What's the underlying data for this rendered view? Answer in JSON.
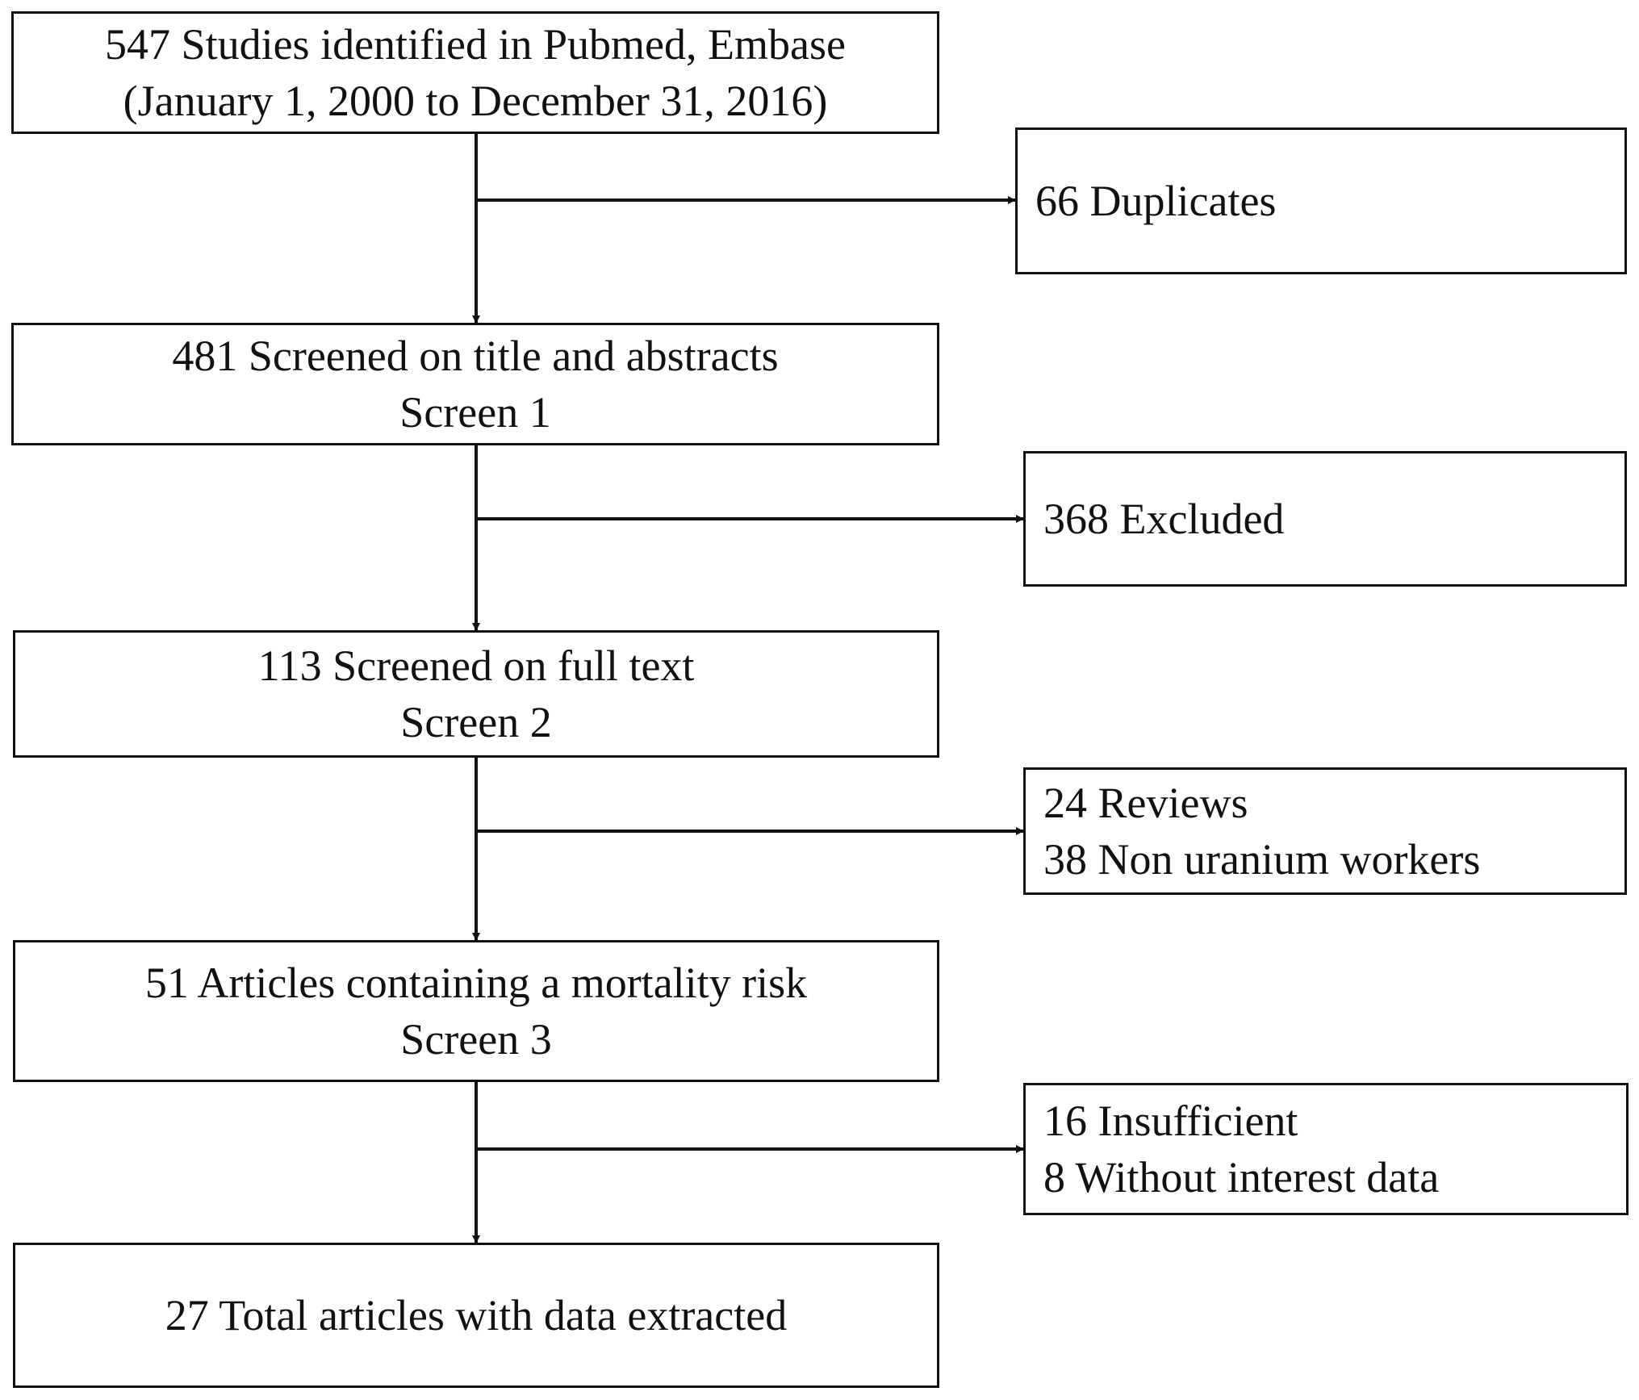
{
  "main_steps": [
    {
      "lines": [
        "547 Studies identified in Pubmed, Embase",
        "(January 1, 2000 to December 31, 2016)"
      ]
    },
    {
      "lines": [
        "481 Screened on title and abstracts",
        "Screen 1"
      ]
    },
    {
      "lines": [
        "113 Screened on full text",
        "Screen 2"
      ]
    },
    {
      "lines": [
        "51 Articles containing a mortality risk",
        "Screen 3"
      ]
    },
    {
      "lines": [
        "27 Total articles with data extracted"
      ]
    }
  ],
  "exclusions": [
    {
      "lines": [
        "66 Duplicates"
      ]
    },
    {
      "lines": [
        "368 Excluded"
      ]
    },
    {
      "lines": [
        "24 Reviews",
        "38 Non uranium workers"
      ]
    },
    {
      "lines": [
        "16 Insufficient",
        "8 Without interest data"
      ]
    }
  ],
  "colors": {
    "stroke": "#111111",
    "background": "#ffffff"
  }
}
